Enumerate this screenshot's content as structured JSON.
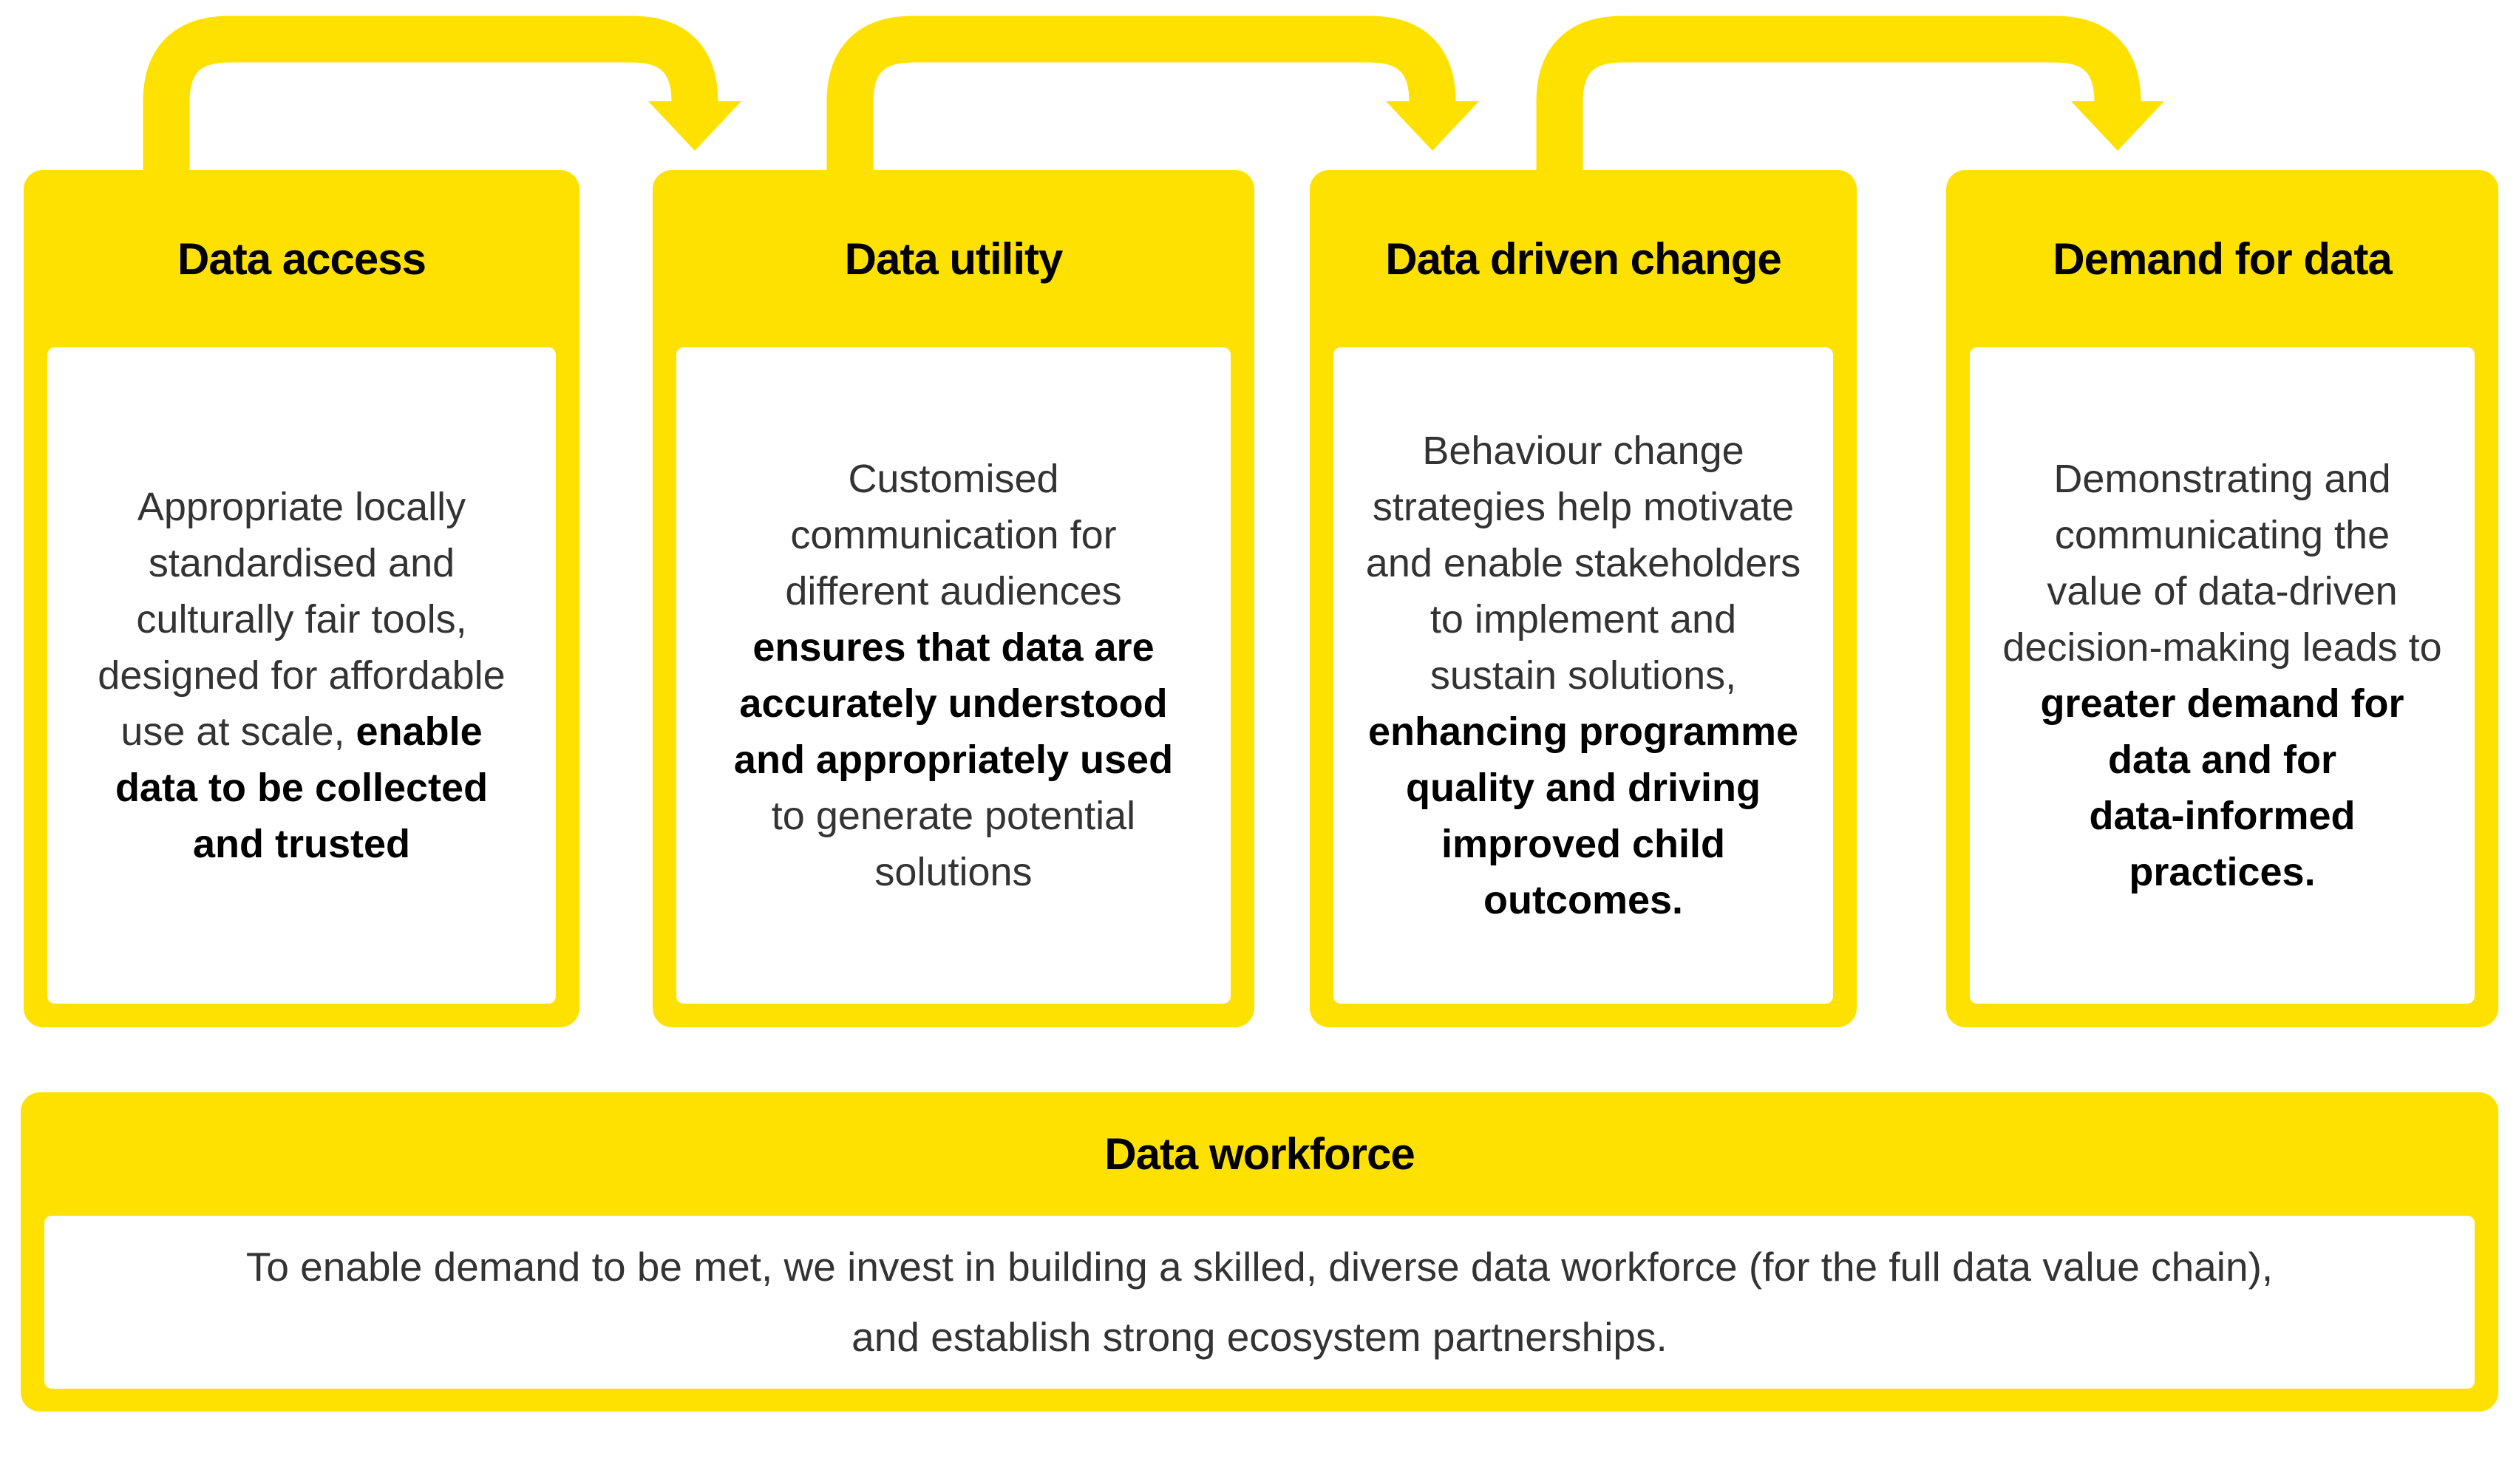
{
  "colors": {
    "yellow": "#FFE100",
    "background": "#FFFFFF",
    "title_text": "#000000",
    "body_text": "#333333"
  },
  "icons": {
    "flow_arrow": "curved-arrow-down-right"
  },
  "cards": [
    {
      "title": "Data access",
      "body_lines": [
        [
          {
            "t": "Appropriate locally"
          }
        ],
        [
          {
            "t": "standardised and"
          }
        ],
        [
          {
            "t": "culturally fair tools,"
          }
        ],
        [
          {
            "t": "designed for affordable"
          }
        ],
        [
          {
            "t": "use at scale, "
          },
          {
            "t": "enable",
            "b": true
          }
        ],
        [
          {
            "t": "data to be collected",
            "b": true
          }
        ],
        [
          {
            "t": "and trusted",
            "b": true
          }
        ]
      ]
    },
    {
      "title": "Data utility",
      "body_lines": [
        [
          {
            "t": "Customised"
          }
        ],
        [
          {
            "t": "communication for"
          }
        ],
        [
          {
            "t": "different audiences"
          }
        ],
        [
          {
            "t": "ensures that data are",
            "b": true
          }
        ],
        [
          {
            "t": "accurately understood",
            "b": true
          }
        ],
        [
          {
            "t": "and appropriately used",
            "b": true
          }
        ],
        [
          {
            "t": "to generate potential"
          }
        ],
        [
          {
            "t": "solutions"
          }
        ]
      ]
    },
    {
      "title": "Data driven change",
      "body_lines": [
        [
          {
            "t": "Behaviour change"
          }
        ],
        [
          {
            "t": "strategies help motivate"
          }
        ],
        [
          {
            "t": "and enable stakeholders"
          }
        ],
        [
          {
            "t": "to implement and"
          }
        ],
        [
          {
            "t": "sustain solutions,"
          }
        ],
        [
          {
            "t": "enhancing programme",
            "b": true
          }
        ],
        [
          {
            "t": "quality and driving",
            "b": true
          }
        ],
        [
          {
            "t": "improved child",
            "b": true
          }
        ],
        [
          {
            "t": "outcomes.",
            "b": true
          }
        ]
      ]
    },
    {
      "title": "Demand for data",
      "body_lines": [
        [
          {
            "t": "Demonstrating and"
          }
        ],
        [
          {
            "t": "communicating the"
          }
        ],
        [
          {
            "t": "value of data-driven"
          }
        ],
        [
          {
            "t": "decision-making leads to"
          }
        ],
        [
          {
            "t": "greater demand for",
            "b": true
          }
        ],
        [
          {
            "t": "data and for",
            "b": true
          }
        ],
        [
          {
            "t": "data-informed",
            "b": true
          }
        ],
        [
          {
            "t": "practices.",
            "b": true
          }
        ]
      ]
    }
  ],
  "workforce": {
    "title": "Data workforce",
    "body_lines": [
      [
        {
          "t": "To enable demand to be met, we invest in building a skilled, diverse data workforce (for the full data value chain),"
        }
      ],
      [
        {
          "t": "and establish strong ecosystem partnerships."
        }
      ]
    ]
  }
}
